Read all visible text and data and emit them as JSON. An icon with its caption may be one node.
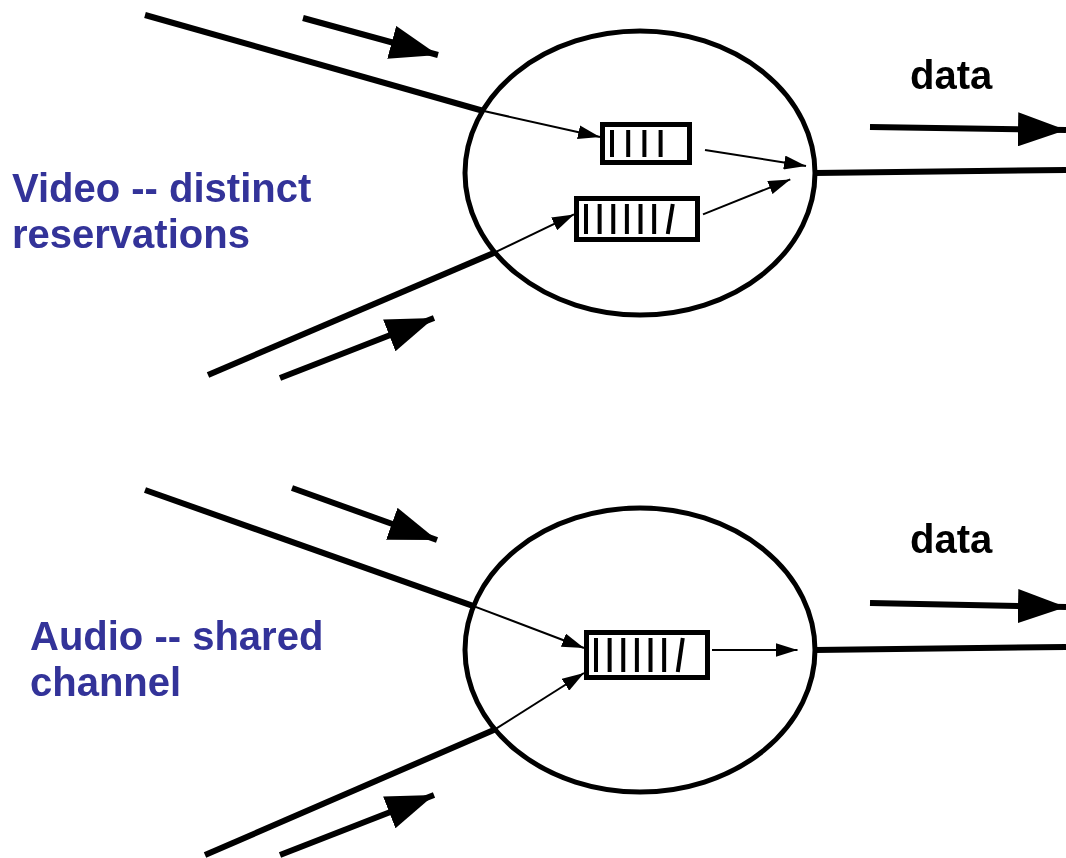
{
  "diagram": {
    "nodes": [
      {
        "text": [],
        "shape": "circle"
      },
      {
        "text": [],
        "shape": "box",
        "in": 0
      },
      {
        "text": [],
        "shape": "box",
        "in": 0
      },
      {
        "text": [],
        "shape": "circle"
      },
      {
        "text": [],
        "shape": "box",
        "in": 3
      }
    ],
    "edges": [
      {
        "from": null,
        "to": 0,
        "arrow": "none",
        "style": "thick"
      },
      {
        "from": null,
        "to": 0,
        "arrow": "none",
        "style": "thick"
      },
      {
        "from": 0,
        "to": null,
        "arrow": "none",
        "style": "thick"
      },
      {
        "from": 0,
        "to": 1,
        "arrow": "to"
      },
      {
        "from": 0,
        "to": 2,
        "arrow": "to"
      },
      {
        "from": 1,
        "to": 0,
        "arrow": "to"
      },
      {
        "from": 2,
        "to": 0,
        "arrow": "to"
      },
      {
        "from": null,
        "to": 3,
        "arrow": "none",
        "style": "thick"
      },
      {
        "from": null,
        "to": 3,
        "arrow": "none",
        "style": "thick"
      },
      {
        "from": 3,
        "to": null,
        "arrow": "none",
        "style": "thick"
      },
      {
        "from": 3,
        "to": 4,
        "arrow": "to"
      },
      {
        "from": 3,
        "to": 4,
        "arrow": "to"
      },
      {
        "from": 4,
        "to": 3,
        "arrow": "to"
      }
    ],
    "labels": [
      "data",
      "Video -- distinct reservations",
      "data",
      "Audio -- shared channel"
    ]
  }
}
